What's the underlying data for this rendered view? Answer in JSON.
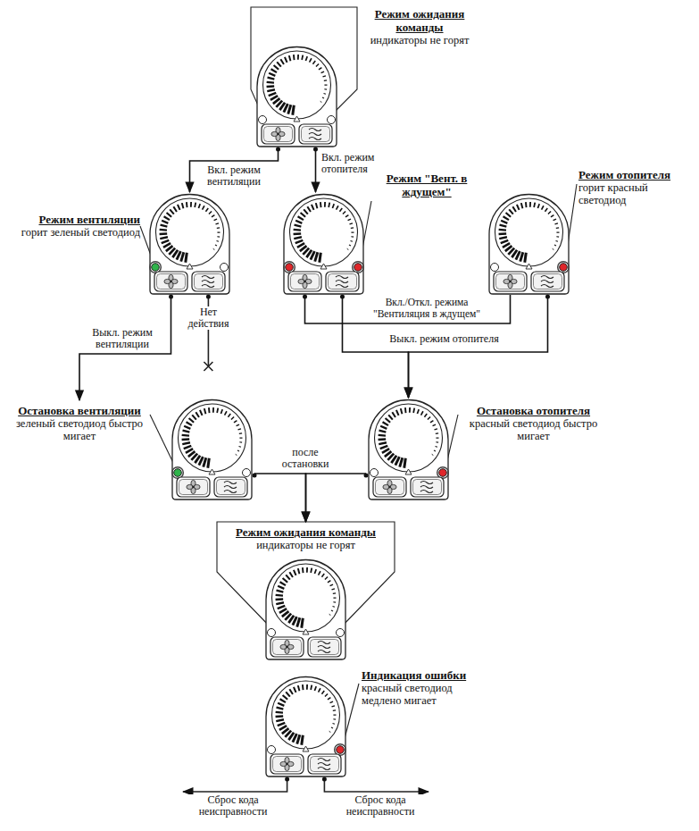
{
  "diagram": {
    "nodes": [
      {
        "text": [
          "Режим ожидания команды",
          "индикаторы не горят"
        ]
      },
      {
        "text": [
          "Режим вентиляции",
          "горит зеленый светодиод"
        ]
      },
      {
        "text": [
          "Режим \"Вент. в ждущем\""
        ]
      },
      {
        "text": [
          "Режим отопителя",
          "горит красный светодиод"
        ]
      },
      {
        "text": [
          "Остановка вентиляции",
          "зеленый светодиод быстро мигает"
        ]
      },
      {
        "text": [
          "Остановка отопителя",
          "красный светодиод быстро мигает"
        ]
      },
      {
        "text": [
          "Режим ожидания команды",
          "индикаторы не горят"
        ]
      },
      {
        "text": [
          "Индикация ошибки",
          "красный светодиод медлено мигает"
        ]
      }
    ],
    "edges": [
      {
        "from": 0,
        "to": 1,
        "arrow": "to",
        "label": "Вкл. режим вентиляции"
      },
      {
        "from": 0,
        "to": 2,
        "arrow": "to",
        "label": "Вкл. режим отопителя"
      },
      {
        "from": 2,
        "to": 3,
        "arrow": "none",
        "label": "Вкл./Откл. режима \"Вентиляция в ждущем\""
      },
      {
        "from": 2,
        "to": 5,
        "arrow": "to",
        "label": "Выкл. режим отопителя"
      },
      {
        "from": 3,
        "to": 5,
        "arrow": "to"
      },
      {
        "from": 1,
        "to": 4,
        "arrow": "to",
        "label": "Выкл. режим вентиляции"
      },
      {
        "from": 4,
        "to": 6,
        "arrow": "to",
        "label": "после остановки"
      },
      {
        "from": 5,
        "to": 6,
        "arrow": "to"
      }
    ],
    "labels": [
      "Нет действия",
      "Сброс кода неисправности",
      "Сброс кода неисправности"
    ]
  }
}
